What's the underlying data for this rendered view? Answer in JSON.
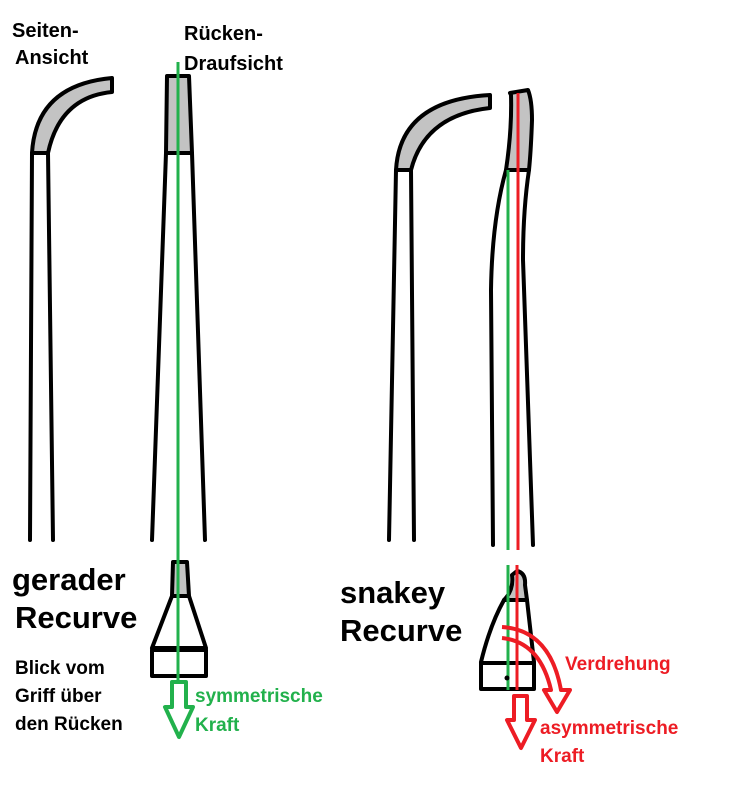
{
  "labels": {
    "side_view": [
      "Seiten-",
      "Ansicht"
    ],
    "back_view": [
      "Rücken-",
      "Draufsicht"
    ],
    "straight": [
      "gerader",
      "Recurve"
    ],
    "snakey": [
      "snakey",
      "Recurve"
    ],
    "view_note": [
      "Blick vom",
      "Griff über",
      "den Rücken"
    ],
    "symmetric": [
      "symmetrische",
      "Kraft"
    ],
    "twist": "Verdrehung",
    "asymmetric": [
      "asymmetrische",
      "Kraft"
    ]
  },
  "colors": {
    "green": "#22b14c",
    "red": "#ed1c24",
    "gray": "#c3c3c3"
  }
}
